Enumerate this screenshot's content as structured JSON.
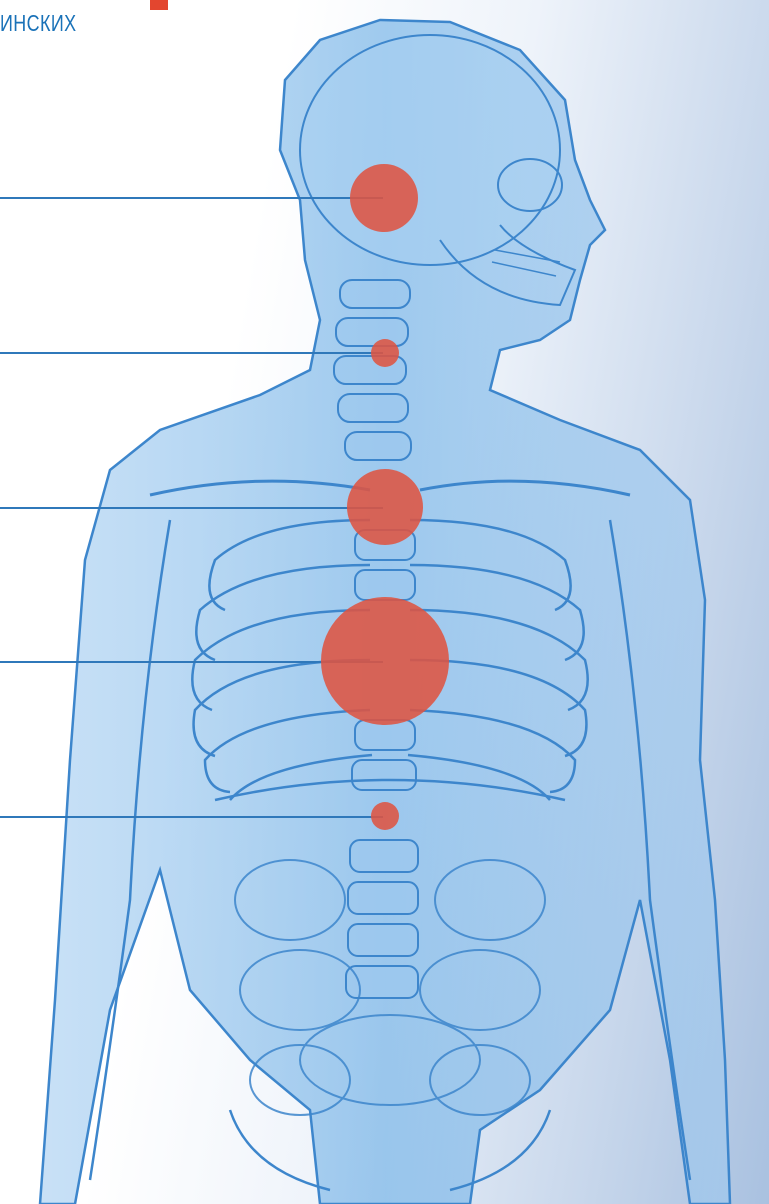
{
  "heading": {
    "text": "ИНСКИХ",
    "text_color": "#1a72b8",
    "accent_color": "#e3462f"
  },
  "illustration": {
    "subject": "transparent-human-anatomy-icon",
    "body_color": "#7fb5e6",
    "outline_color": "#3d86cc",
    "marker_color": "#de5442"
  },
  "markers": [
    {
      "name": "head"
    },
    {
      "name": "neck"
    },
    {
      "name": "upper-chest"
    },
    {
      "name": "heart"
    },
    {
      "name": "abdomen"
    }
  ]
}
